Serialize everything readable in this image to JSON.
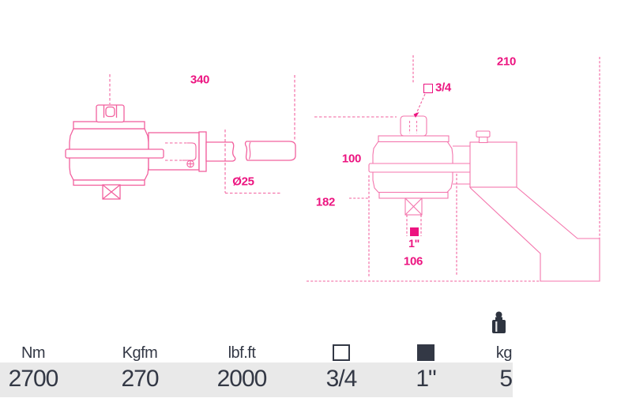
{
  "drawing": {
    "line_color": "#f2609e",
    "label_color": "#ec1480",
    "side_view": {
      "length_label": "340",
      "shaft_diameter_label": "Ø25"
    },
    "front_view": {
      "overall_height_label": "210",
      "square_drive_label": "3/4",
      "body_height_label": "100",
      "base_height_label": "182",
      "output_drive_label": "1\"",
      "body_width_label": "106"
    }
  },
  "spec_table": {
    "columns": [
      {
        "header": "Nm",
        "value": "2700"
      },
      {
        "header": "Kgfm",
        "value": "270"
      },
      {
        "header": "lbf.ft",
        "value": "2000"
      },
      {
        "header_icon": "open-square",
        "value": "3/4"
      },
      {
        "header_icon": "filled-square",
        "value": "1\""
      },
      {
        "header": "kg",
        "header_icon": "weight",
        "value": "5"
      }
    ]
  }
}
